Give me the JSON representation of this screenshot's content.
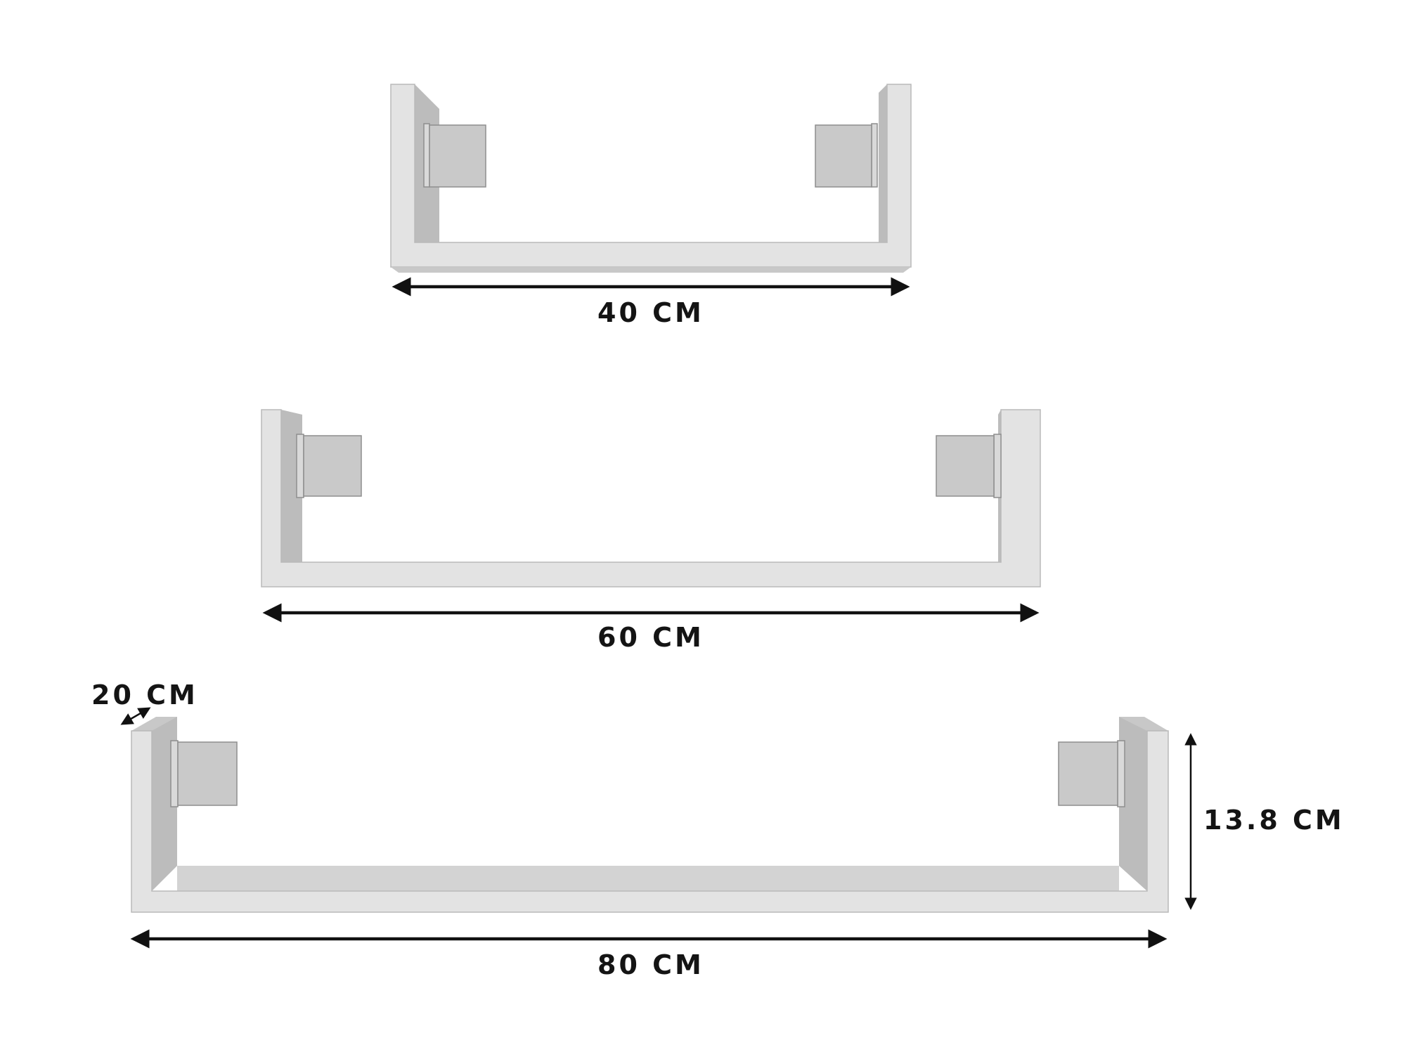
{
  "shelves": [
    {
      "id": "small",
      "width_label": "40 CM"
    },
    {
      "id": "medium",
      "width_label": "60 CM"
    },
    {
      "id": "large",
      "width_label": "80 CM",
      "depth_label": "20 CM",
      "height_label": "13.8 CM"
    }
  ],
  "colors": {
    "shelf_face": "#e3e3e3",
    "shelf_inner": "#d3d3d3",
    "shelf_shadow": "#bcbcbc",
    "bracket": "#c9c9c9",
    "dimension_line": "#111111",
    "background": "#ffffff"
  }
}
